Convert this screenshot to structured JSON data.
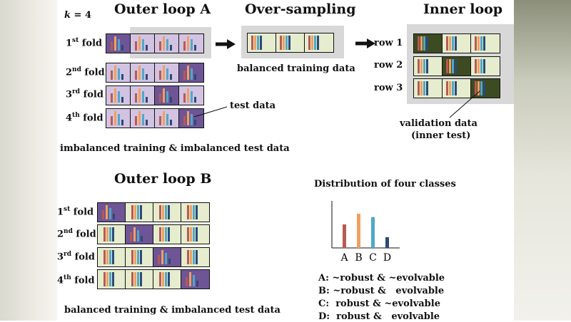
{
  "colors": {
    "purple_light": "#d3c3e3",
    "purple_dark": "#6e5596",
    "green_light": "#e6edce",
    "green_dark": "#3c4b22",
    "bar_red": "#b85a52",
    "bar_orange": "#f0a060",
    "bar_blue": "#4fa8c8",
    "bar_navy": "#2a4a78"
  },
  "k_label": {
    "k": "k",
    "rest": " = 4"
  },
  "outer_a": {
    "title": "Outer loop A",
    "folds": [
      {
        "num": "1",
        "sup": "st",
        "word": " fold"
      },
      {
        "num": "2",
        "sup": "nd",
        "word": " fold"
      },
      {
        "num": "3",
        "sup": "rd",
        "word": " fold"
      },
      {
        "num": "4",
        "sup": "th",
        "word": " fold"
      }
    ],
    "caption": "imbalanced training & imbalanced test data",
    "test_label": "test data"
  },
  "oversampling": {
    "title": "Over-sampling",
    "caption": "balanced training data"
  },
  "inner": {
    "title": "Inner loop",
    "rows": [
      "row 1",
      "row 2",
      "row 3"
    ],
    "validation_line1": "validation data",
    "validation_line2": "(inner test)"
  },
  "outer_b": {
    "title": "Outer loop B",
    "folds": [
      {
        "num": "1",
        "sup": "st",
        "word": " fold"
      },
      {
        "num": "2",
        "sup": "nd",
        "word": " fold"
      },
      {
        "num": "3",
        "sup": "rd",
        "word": " fold"
      },
      {
        "num": "4",
        "sup": "th",
        "word": " fold"
      }
    ],
    "caption": "balanced training & imbalanced test data"
  },
  "distribution": {
    "title": "Distribution of four classes",
    "classes": [
      "A",
      "B",
      "C",
      "D"
    ],
    "legend": [
      "A: ~robust & ~evolvable",
      "B: ~robust &   evolvable",
      "C:  robust & ~evolvable",
      "D:  robust &   evolvable"
    ]
  },
  "chart_data": {
    "type": "bar",
    "categories": [
      "A",
      "B",
      "C",
      "D"
    ],
    "values": [
      0.55,
      0.8,
      0.72,
      0.25
    ],
    "title": "Distribution of four classes"
  }
}
